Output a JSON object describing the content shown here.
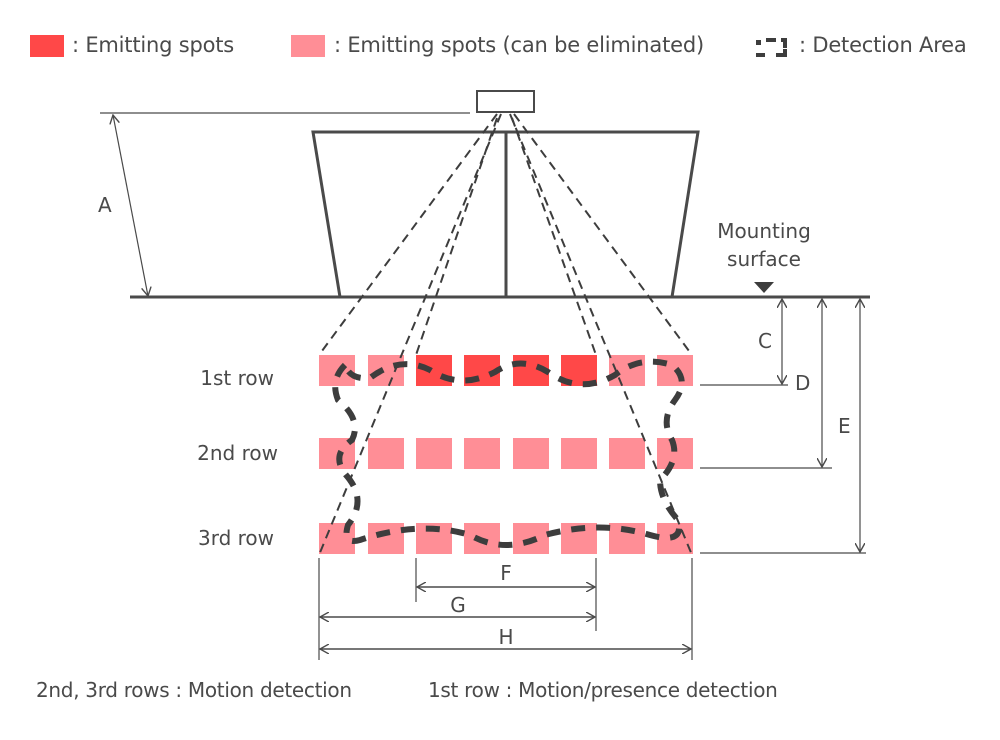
{
  "legend": {
    "emitting_spots": {
      "label": ": Emitting spots",
      "color": "#FF4848"
    },
    "emitting_spots_eliminable": {
      "label": ": Emitting spots (can be eliminated)",
      "color": "#FF8E96"
    },
    "detection_area": {
      "label": ": Detection Area",
      "icon": "dashed-bracket-icon",
      "color": "#3d3d3d"
    }
  },
  "labels": {
    "mounting_surface_line1": "Mounting",
    "mounting_surface_line2": "surface",
    "dim_a": "A",
    "dim_c": "C",
    "dim_d": "D",
    "dim_e": "E",
    "dim_f": "F",
    "dim_g": "G",
    "dim_h": "H"
  },
  "rows": [
    {
      "label": "1st row",
      "spots": [
        "eliminable",
        "eliminable",
        "emitting",
        "emitting",
        "emitting",
        "emitting",
        "eliminable",
        "eliminable"
      ]
    },
    {
      "label": "2nd row",
      "spots": [
        "eliminable",
        "eliminable",
        "eliminable",
        "eliminable",
        "eliminable",
        "eliminable",
        "eliminable",
        "eliminable"
      ]
    },
    {
      "label": "3rd row",
      "spots": [
        "eliminable",
        "eliminable",
        "eliminable",
        "eliminable",
        "eliminable",
        "eliminable",
        "eliminable",
        "eliminable"
      ]
    }
  ],
  "footer": {
    "left": "2nd, 3rd rows : Motion detection",
    "right": "1st row : Motion/presence detection"
  },
  "colors": {
    "line": "#4a4a4a",
    "detection": "#3d3d3d",
    "emitting": "#FF4848",
    "eliminable": "#FF8E96"
  }
}
